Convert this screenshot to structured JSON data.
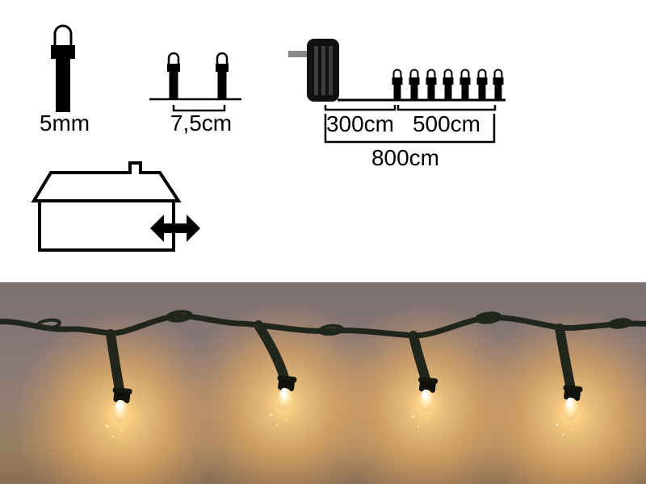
{
  "figure": {
    "bulb_size_label": "5mm",
    "spacing_label": "7,5cm",
    "lead_label": "300cm",
    "lit_label": "500cm",
    "total_label": "800cm"
  },
  "photo": {
    "visible_bulbs": 4
  },
  "colors": {
    "diagram_ink": "#000000",
    "adapter_body": "#111111",
    "adapter_stripes": "#3d3d3d",
    "cable_gray": "#888888",
    "photo_wire": "#20261b",
    "glow_warm": "#f0b264",
    "bulb_core": "#fffdf0",
    "photo_bg_top": "#7c6f71",
    "photo_bg_bottom": "#8a6e55"
  }
}
